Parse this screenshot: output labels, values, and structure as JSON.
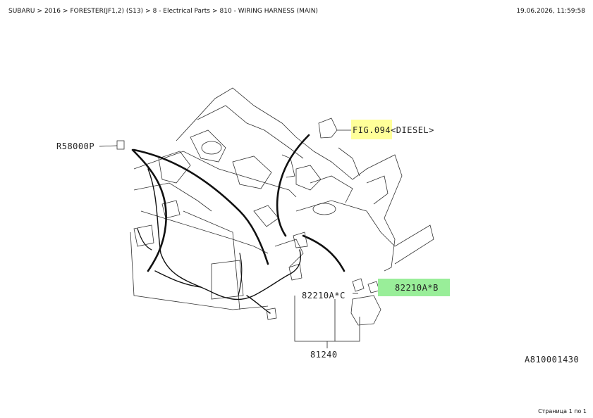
{
  "header": {
    "breadcrumb": [
      "SUBARU",
      "2016",
      "FORESTER(JF1,2) (S13)",
      "8 - Electrical Parts",
      "810 - WIRING HARNESS (MAIN)"
    ],
    "separator": ">",
    "timestamp": "19.06.2026, 11:59:58"
  },
  "diagram": {
    "part_labels": {
      "p1": "R58000P",
      "p2": "FIG.094<DIESEL>",
      "p3": "82210A*B",
      "p4": "82210A*C",
      "p5": "81240"
    },
    "highlight_colors": {
      "fig_reference": "#ffff99",
      "selected_part": "#99ee99"
    },
    "drawing_code": "A810001430"
  },
  "footer": {
    "page_info": "Страница 1 по 1"
  }
}
